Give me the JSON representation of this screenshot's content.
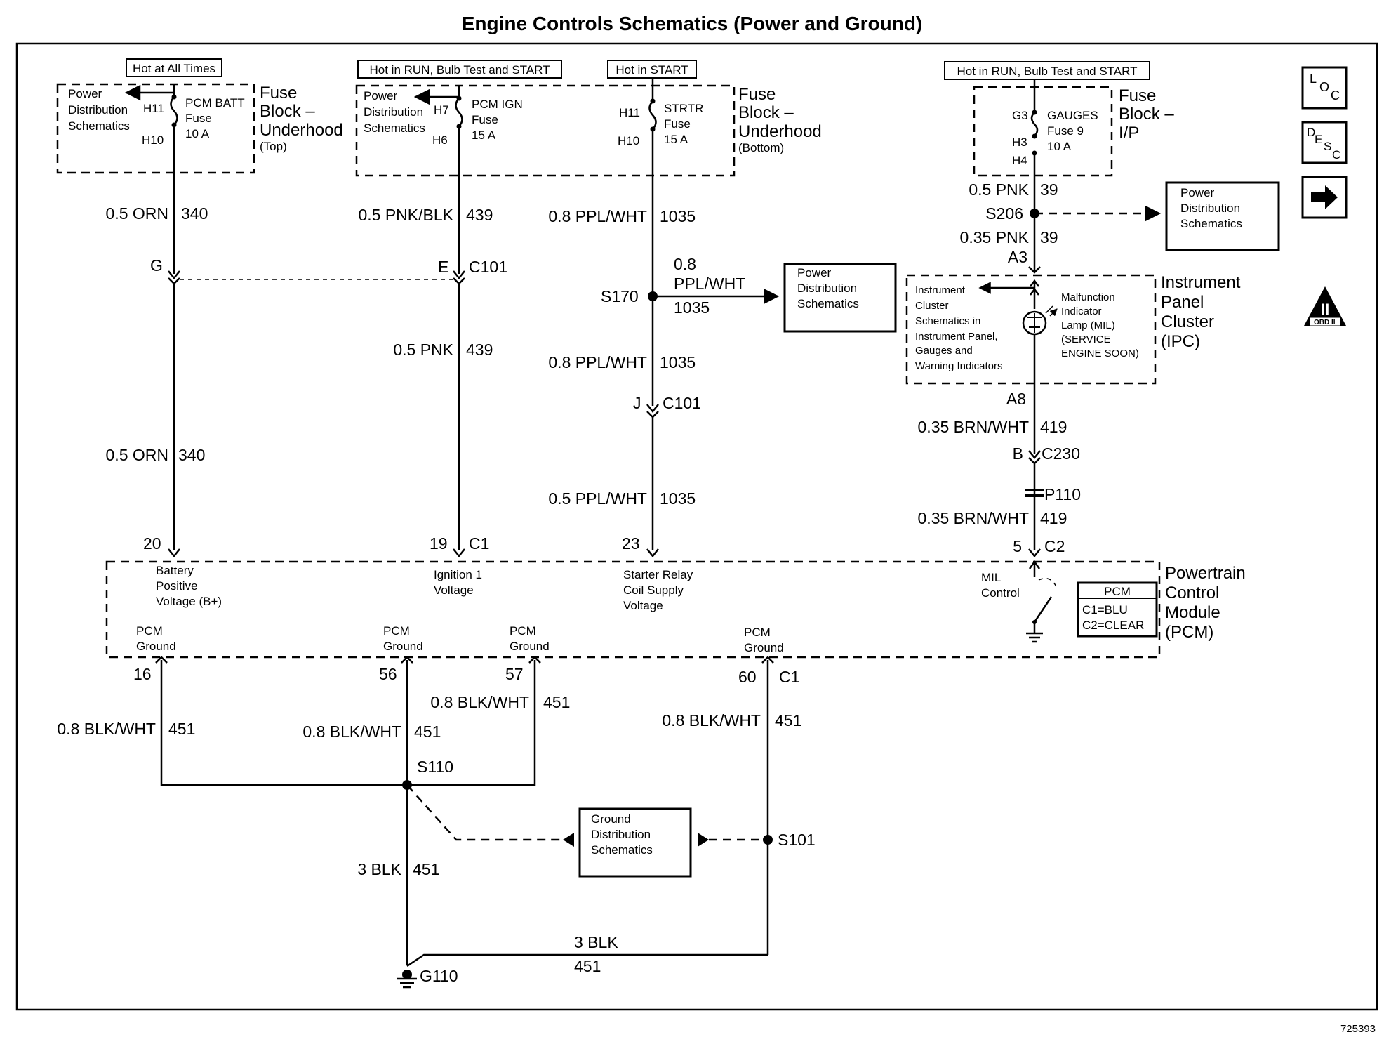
{
  "title": "Engine Controls Schematics (Power and Ground)",
  "figure_id": "725393",
  "nav_icons": {
    "loc": "LOC",
    "desc": "DESC",
    "next": "right-arrow-icon",
    "obd": "OBD II"
  },
  "hot_labels": {
    "h1": "Hot at All Times",
    "h2": "Hot in RUN, Bulb Test and START",
    "h3": "Hot in START",
    "h4": "Hot in RUN, Bulb Test and START"
  },
  "fuse_block_top": {
    "title_lines": [
      "Fuse",
      "Block –",
      "Underhood"
    ],
    "sub": "(Top)",
    "pdist_lines": [
      "Power",
      "Distribution",
      "Schematics"
    ],
    "fuse_lines": [
      "PCM BATT",
      "Fuse",
      "10 A"
    ],
    "pin_in": "H11",
    "pin_out": "H10"
  },
  "fuse_block_bottom": {
    "title_lines": [
      "Fuse",
      "Block –",
      "Underhood"
    ],
    "sub": "(Bottom)",
    "pdist_lines": [
      "Power",
      "Distribution",
      "Schematics"
    ],
    "fuse1_lines": [
      "PCM IGN",
      "Fuse",
      "15 A"
    ],
    "fuse1_in": "H7",
    "fuse1_out": "H6",
    "fuse2_lines": [
      "STRTR",
      "Fuse",
      "15 A"
    ],
    "fuse2_in": "H11",
    "fuse2_out": "H10"
  },
  "fuse_block_ip": {
    "title_lines": [
      "Fuse",
      "Block –",
      "I/P"
    ],
    "fuse_lines": [
      "GAUGES",
      "Fuse 9",
      "10 A"
    ],
    "pin_g3": "G3",
    "pin_h3": "H3",
    "pin_h4": "H4"
  },
  "wires": {
    "w340_a": {
      "size": "0.5 ORN",
      "circuit": "340"
    },
    "w340_b": {
      "size": "0.5 ORN",
      "circuit": "340"
    },
    "w439_a": {
      "size": "0.5 PNK/BLK",
      "circuit": "439"
    },
    "w439_b": {
      "size": "0.5 PNK",
      "circuit": "439"
    },
    "w1035_a": {
      "size": "0.8 PPL/WHT",
      "circuit": "1035"
    },
    "w1035_branch": {
      "size_1": "0.8",
      "size_2": "PPL/WHT",
      "circuit": "1035"
    },
    "w1035_b": {
      "size": "0.8 PPL/WHT",
      "circuit": "1035"
    },
    "w1035_c": {
      "size": "0.5 PPL/WHT",
      "circuit": "1035"
    },
    "w39_a": {
      "size": "0.5 PNK",
      "circuit": "39"
    },
    "w39_b": {
      "size": "0.35 PNK",
      "circuit": "39"
    },
    "w419_a": {
      "size": "0.35 BRN/WHT",
      "circuit": "419"
    },
    "w419_b": {
      "size": "0.35 BRN/WHT",
      "circuit": "419"
    },
    "w451_16": {
      "size": "0.8 BLK/WHT",
      "circuit": "451"
    },
    "w451_56": {
      "size": "0.8 BLK/WHT",
      "circuit": "451"
    },
    "w451_57": {
      "size": "0.8 BLK/WHT",
      "circuit": "451"
    },
    "w451_60": {
      "size": "0.8 BLK/WHT",
      "circuit": "451"
    },
    "w451_g": {
      "size": "3 BLK",
      "circuit": "451"
    },
    "w451_h": {
      "size": "3 BLK",
      "circuit": "451"
    }
  },
  "connectors": {
    "G": "G",
    "E": "E",
    "C101": "C101",
    "J": "J",
    "C101_b": "C101",
    "A3": "A3",
    "A8": "A8",
    "B": "B",
    "C230": "C230",
    "P110": "P110",
    "pin20": "20",
    "pin19": "19",
    "C1": "C1",
    "pin23": "23",
    "pin5": "5",
    "C2": "C2",
    "pin16": "16",
    "pin56": "56",
    "pin57": "57",
    "pin60": "60",
    "C1_b": "C1"
  },
  "splices": {
    "S170": "S170",
    "S206": "S206",
    "S110": "S110",
    "S101": "S101",
    "G110": "G110"
  },
  "boxes": {
    "pd_s170": [
      "Power",
      "Distribution",
      "Schematics"
    ],
    "pd_s206": [
      "Power",
      "Distribution",
      "Schematics"
    ],
    "gd": [
      "Ground",
      "Distribution",
      "Schematics"
    ]
  },
  "ipc": {
    "title_lines": [
      "Instrument",
      "Panel",
      "Cluster",
      "(IPC)"
    ],
    "ref_lines": [
      "Instrument",
      "Cluster",
      "Schematics in",
      "Instrument Panel,",
      "Gauges and",
      "Warning Indicators"
    ],
    "mil_lines": [
      "Malfunction",
      "Indicator",
      "Lamp (MIL)",
      "(SERVICE",
      "ENGINE SOON)"
    ]
  },
  "pcm": {
    "title_lines": [
      "Powertrain",
      "Control",
      "Module",
      "(PCM)"
    ],
    "bplus": [
      "Battery",
      "Positive",
      "Voltage (B+)"
    ],
    "ign": [
      "Ignition 1",
      "Voltage"
    ],
    "strtr": [
      "Starter Relay",
      "Coil Supply",
      "Voltage"
    ],
    "mil": [
      "MIL",
      "Control"
    ],
    "ground": [
      "PCM",
      "Ground"
    ],
    "legend_title": "PCM",
    "legend_lines": [
      "C1=BLU",
      "C2=CLEAR"
    ]
  }
}
